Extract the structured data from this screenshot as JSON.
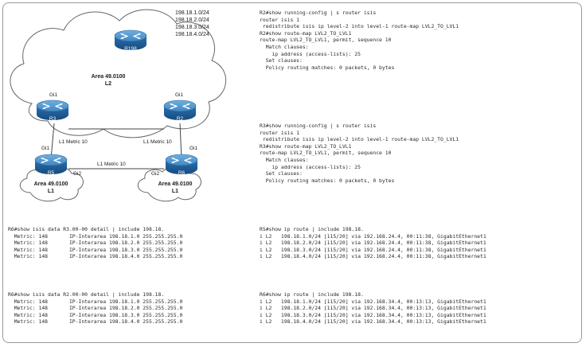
{
  "diagram": {
    "routes": [
      "198.18.1.0/24",
      "198.18.2.0/24",
      "198.18.3.0/24",
      "198.18.4.0/24"
    ],
    "area_l2": {
      "area": "Area 49.0100",
      "level": "L2"
    },
    "area_r5": {
      "area": "Area 49.0100",
      "level": "L1"
    },
    "area_r6": {
      "area": "Area 49.0100",
      "level": "L1"
    },
    "routers": {
      "r198": "R198",
      "r3": "R3",
      "r2": "R2",
      "r5": "R5",
      "r6": "R6"
    },
    "interfaces": {
      "r3_top": "Gi1",
      "r2_top": "Gi1",
      "r5_top": "Gi1",
      "r6_top": "Gi1",
      "r5_right": "Gi2",
      "r6_left": "Gi2"
    },
    "links": {
      "r3_r5": "L1 Metric 10",
      "r2_r6": "L1 Metric 10",
      "r5_r6": "L1 Metric 10"
    }
  },
  "r2_config": [
    "R2#show running-config | s router isis",
    "router isis 1",
    " redistribute isis ip level-2 into level-1 route-map LVL2_TO_LVL1",
    "R2#show route-map LVL2_TO_LVL1",
    "route-map LVL2_TO_LVL1, permit, sequence 10",
    "  Match clauses:",
    "    ip address (access-lists): 25",
    "  Set clauses:",
    "  Policy routing matches: 0 packets, 0 bytes"
  ],
  "r3_config": [
    "R3#show running-config | s router isis",
    "router isis 1",
    " redistribute isis ip level-2 into level-1 route-map LVL2_TO_LVL1",
    "R3#show route-map LVL2_TO_LVL1",
    "route-map LVL2_TO_LVL1, permit, sequence 10",
    "  Match clauses:",
    "    ip address (access-lists): 25",
    "  Set clauses:",
    "  Policy routing matches: 0 packets, 0 bytes"
  ],
  "r6_isis_r3": [
    "R6#show isis data R3.00-00 detail | include 198.18.",
    "  Metric: 148       IP-Interarea 198.18.1.0 255.255.255.0",
    "  Metric: 148       IP-Interarea 198.18.2.0 255.255.255.0",
    "  Metric: 148       IP-Interarea 198.18.3.0 255.255.255.0",
    "  Metric: 148       IP-Interarea 198.18.4.0 255.255.255.0"
  ],
  "r6_isis_r2": [
    "R6#show isis data R2.00-00 detail | include 198.18.",
    "  Metric: 148       IP-Interarea 198.18.1.0 255.255.255.0",
    "  Metric: 148       IP-Interarea 198.18.2.0 255.255.255.0",
    "  Metric: 148       IP-Interarea 198.18.3.0 255.255.255.0",
    "  Metric: 148       IP-Interarea 198.18.4.0 255.255.255.0"
  ],
  "r5_route": [
    "R5#show ip route | include 198.18.",
    "i L2   198.18.1.0/24 [115/20] via 192.168.24.4, 00:11:38, GigabitEthernet1",
    "i L2   198.18.2.0/24 [115/20] via 192.168.24.4, 00:11:38, GigabitEthernet1",
    "i L2   198.18.3.0/24 [115/20] via 192.168.24.4, 00:11:38, GigabitEthernet1",
    "i L2   198.18.4.0/24 [115/20] via 192.168.24.4, 00:11:38, GigabitEthernet1"
  ],
  "r6_route": [
    "R6#show ip route | include 198.18.",
    "i L2   198.18.1.0/24 [115/20] via 192.168.34.4, 00:13:13, GigabitEthernet1",
    "i L2   198.18.2.0/24 [115/20] via 192.168.34.4, 00:13:13, GigabitEthernet1",
    "i L2   198.18.3.0/24 [115/20] via 192.168.34.4, 00:13:13, GigabitEthernet1",
    "i L2   198.18.4.0/24 [115/20] via 192.168.34.4, 00:13:13, GigabitEthernet1"
  ],
  "colors": {
    "router_top": "#4a90c8",
    "router_body": "#1f5f9c",
    "cloud_stroke": "#555555",
    "link": "#444444"
  }
}
